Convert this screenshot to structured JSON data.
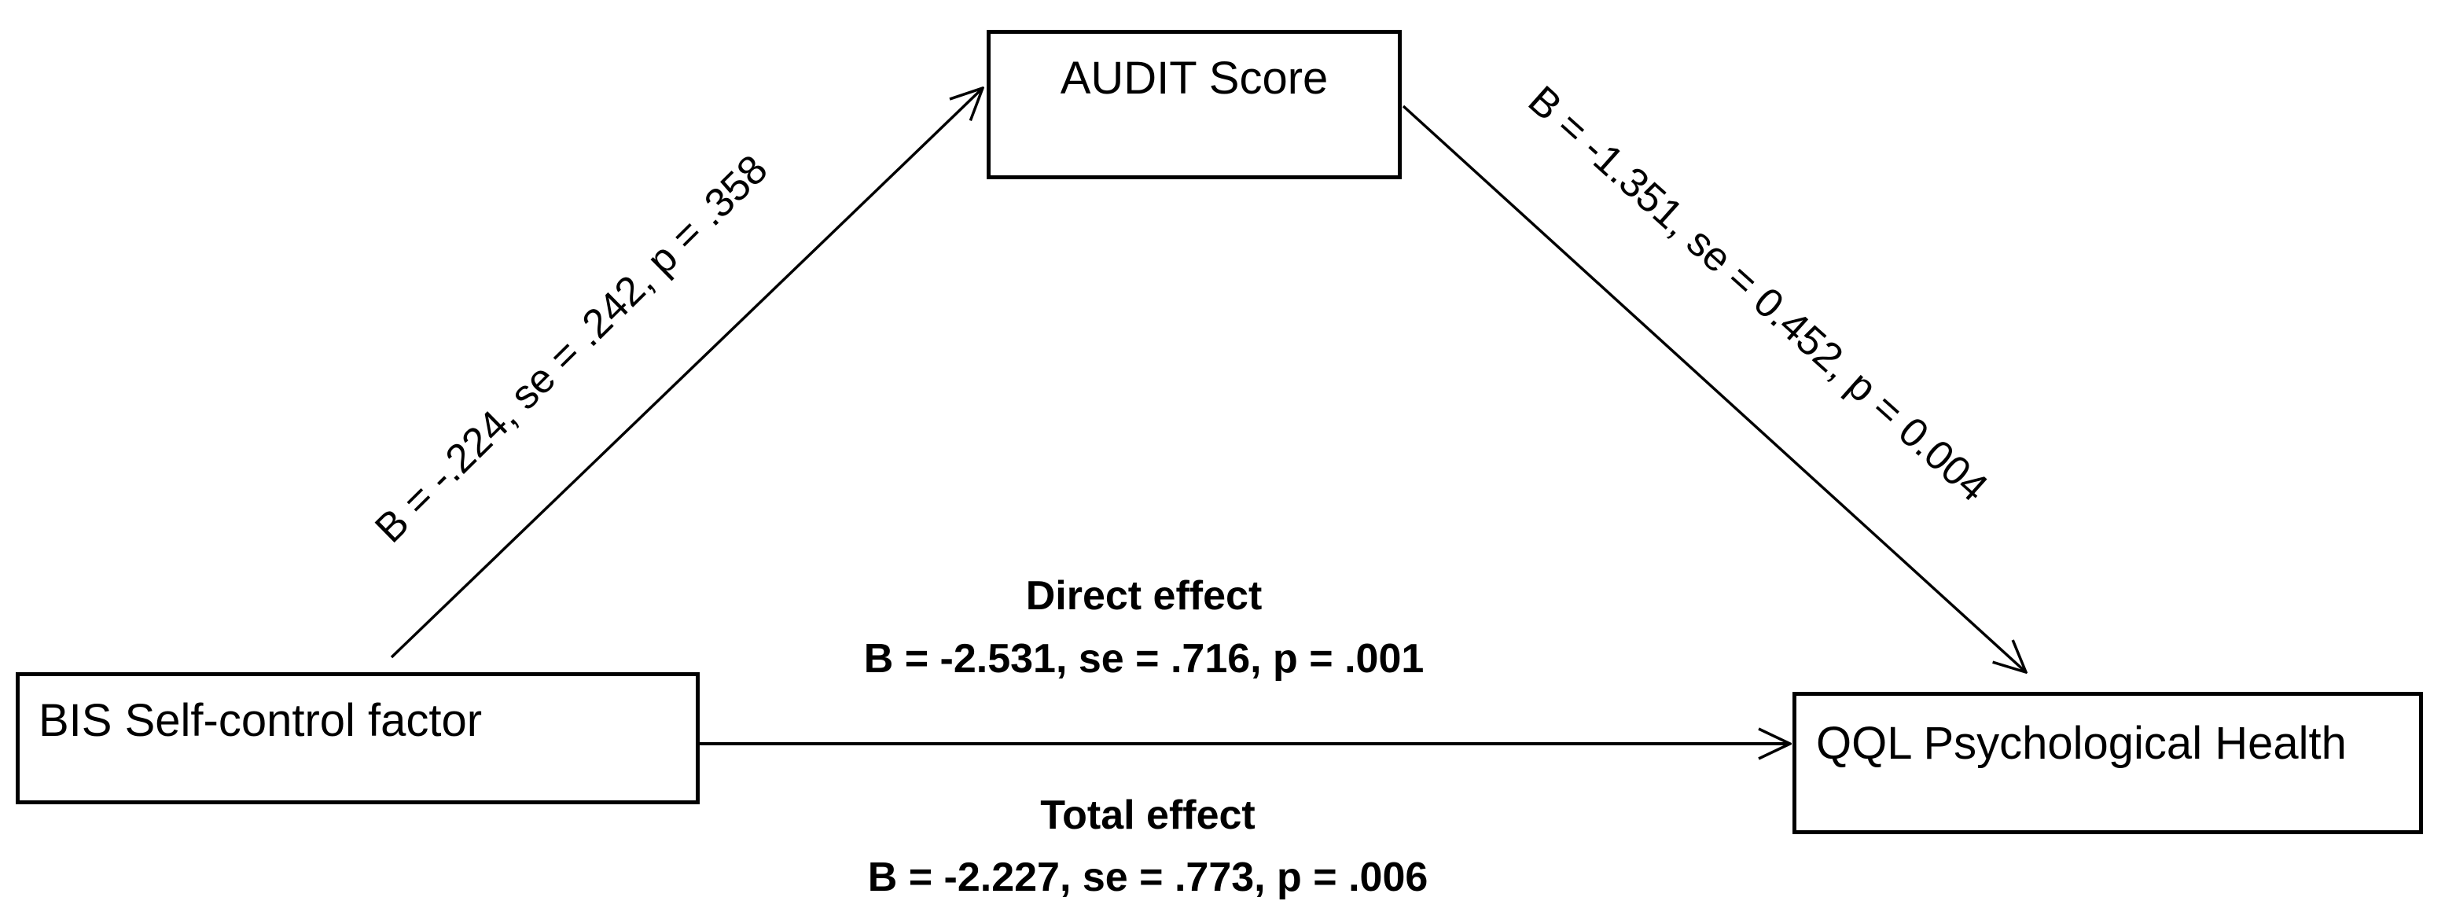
{
  "figure": {
    "type": "mediation-path-diagram",
    "background_color": "#ffffff",
    "line_color": "#000000",
    "nodes": {
      "predictor": {
        "label": "BIS Self-control factor"
      },
      "mediator": {
        "label": "AUDIT Score"
      },
      "outcome": {
        "label": "QQL Psychological Health"
      }
    },
    "paths": {
      "a_path": {
        "from": "predictor",
        "to": "mediator",
        "label": "B = -.224, se = .242, p = .358"
      },
      "b_path": {
        "from": "mediator",
        "to": "outcome",
        "label": "B = -1.351, se = 0.452, p = 0.004"
      },
      "direct_effect": {
        "from": "predictor",
        "to": "outcome",
        "title": "Direct effect",
        "stats": "B = -2.531, se = .716, p = .001"
      },
      "total_effect": {
        "from": "predictor",
        "to": "outcome",
        "title": "Total effect",
        "stats": "B = -2.227, se = .773, p = .006"
      }
    }
  }
}
